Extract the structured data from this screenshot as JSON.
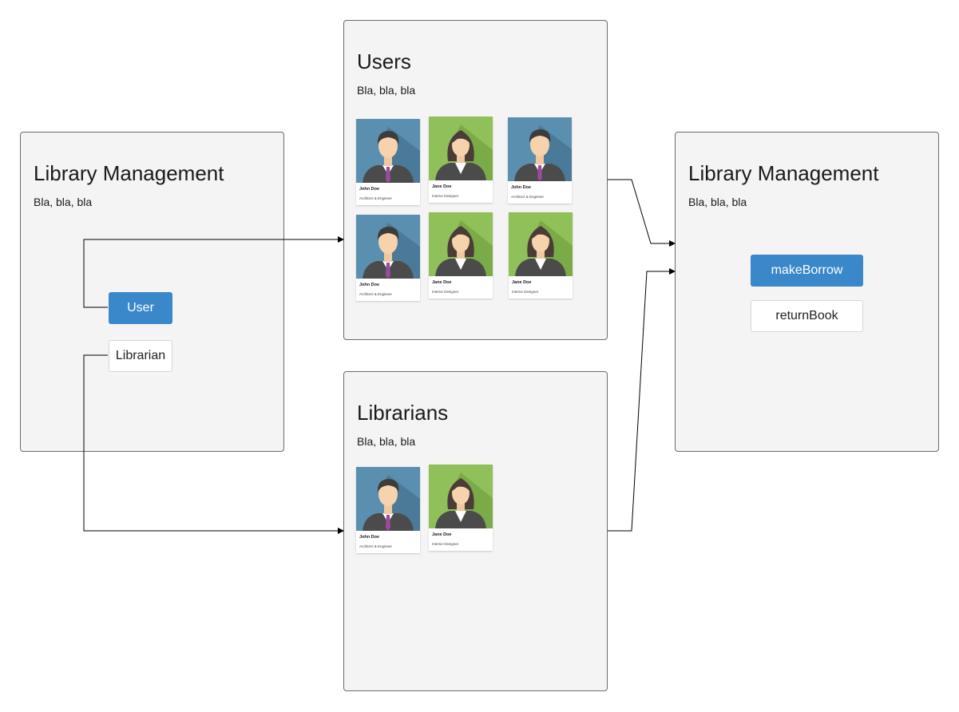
{
  "left_panel": {
    "title": "Library Management",
    "subtitle": "Bla, bla, bla",
    "user_button": "User",
    "librarian_button": "Librarian"
  },
  "users_panel": {
    "title": "Users",
    "subtitle": "Bla, bla, bla",
    "cards": [
      {
        "name": "John Doe",
        "role": "Architect & Engineer",
        "avatar": "male-avatar-icon"
      },
      {
        "name": "Jane Doe",
        "role": "Interior Designer",
        "avatar": "female-avatar-icon"
      },
      {
        "name": "John Doe",
        "role": "Architect & Engineer",
        "avatar": "male-avatar-icon"
      },
      {
        "name": "John Doe",
        "role": "Architect & Engineer",
        "avatar": "male-avatar-icon"
      },
      {
        "name": "Jane Doe",
        "role": "Interior Designer",
        "avatar": "female-avatar-icon"
      },
      {
        "name": "Jane Doe",
        "role": "Interior Designer",
        "avatar": "female-avatar-icon"
      }
    ]
  },
  "librarians_panel": {
    "title": "Librarians",
    "subtitle": "Bla, bla, bla",
    "cards": [
      {
        "name": "John Doe",
        "role": "Architect & Engineer",
        "avatar": "male-avatar-icon"
      },
      {
        "name": "Jane Doe",
        "role": "Interior Designer",
        "avatar": "female-avatar-icon"
      }
    ]
  },
  "right_panel": {
    "title": "Library Management",
    "subtitle": "Bla, bla, bla",
    "make_borrow_button": "makeBorrow",
    "return_book_button": "returnBook"
  },
  "colors": {
    "accent": "#3a87c9",
    "panel_bg": "#f4f4f4",
    "panel_border": "#6b6b6b",
    "male_avatar_bg": "#5b8fb0",
    "female_avatar_bg": "#8fc05a",
    "tie": "#9b4a9e"
  }
}
